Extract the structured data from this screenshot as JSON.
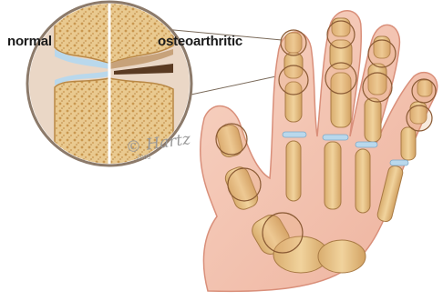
{
  "labels": {
    "normal": "normal",
    "osteoarthritic": "osteoarthritic"
  },
  "artist_signature": "© Hartz",
  "artist_year": "2005",
  "colors": {
    "skin": "#f2c2ae",
    "skin_edge": "#d98f7a",
    "bone": "#e8c488",
    "bone_edge": "#a87a44",
    "cartilage": "#b9d8ec",
    "inset_frame": "#8c7a6a"
  }
}
